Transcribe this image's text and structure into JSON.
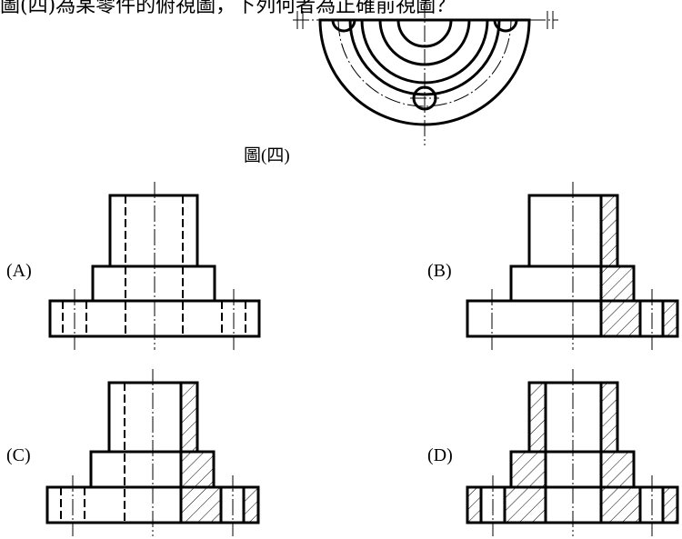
{
  "header_text": "圖(四)為某零件的俯視圖，下列何者為正確前視圖？",
  "figure_caption": "圖(四)",
  "options": [
    {
      "label": "(A)"
    },
    {
      "label": "(B)"
    },
    {
      "label": "(C)"
    },
    {
      "label": "(D)"
    }
  ]
}
